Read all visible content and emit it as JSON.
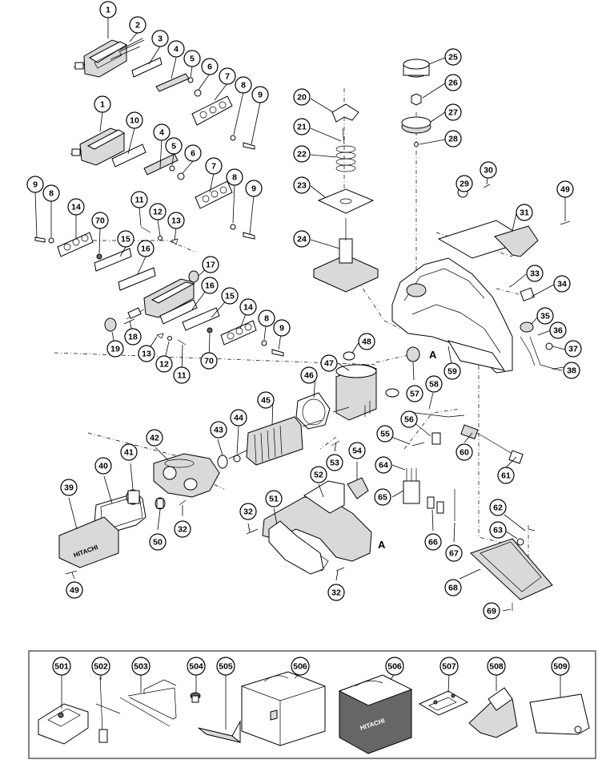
{
  "callouts": [
    {
      "id": "c1a",
      "label": "1"
    },
    {
      "id": "c2",
      "label": "2"
    },
    {
      "id": "c3",
      "label": "3"
    },
    {
      "id": "c4a",
      "label": "4"
    },
    {
      "id": "c5a",
      "label": "5"
    },
    {
      "id": "c6a",
      "label": "6"
    },
    {
      "id": "c7a",
      "label": "7"
    },
    {
      "id": "c8a",
      "label": "8"
    },
    {
      "id": "c9a",
      "label": "9"
    },
    {
      "id": "c1b",
      "label": "1"
    },
    {
      "id": "c10",
      "label": "10"
    },
    {
      "id": "c4b",
      "label": "4"
    },
    {
      "id": "c5b",
      "label": "5"
    },
    {
      "id": "c6b",
      "label": "6"
    },
    {
      "id": "c7b",
      "label": "7"
    },
    {
      "id": "c8b",
      "label": "8"
    },
    {
      "id": "c9b",
      "label": "9"
    },
    {
      "id": "c9c",
      "label": "9"
    },
    {
      "id": "c8c",
      "label": "8"
    },
    {
      "id": "c14a",
      "label": "14"
    },
    {
      "id": "c70a",
      "label": "70"
    },
    {
      "id": "c11a",
      "label": "11"
    },
    {
      "id": "c12a",
      "label": "12"
    },
    {
      "id": "c13a",
      "label": "13"
    },
    {
      "id": "c15a",
      "label": "15"
    },
    {
      "id": "c16a",
      "label": "16"
    },
    {
      "id": "c17",
      "label": "17"
    },
    {
      "id": "c16b",
      "label": "16"
    },
    {
      "id": "c15b",
      "label": "15"
    },
    {
      "id": "c14b",
      "label": "14"
    },
    {
      "id": "c8d",
      "label": "8"
    },
    {
      "id": "c9d",
      "label": "9"
    },
    {
      "id": "c18",
      "label": "18"
    },
    {
      "id": "c19",
      "label": "19"
    },
    {
      "id": "c13b",
      "label": "13"
    },
    {
      "id": "c12b",
      "label": "12"
    },
    {
      "id": "c11b",
      "label": "11"
    },
    {
      "id": "c70b",
      "label": "70"
    },
    {
      "id": "c20",
      "label": "20"
    },
    {
      "id": "c21",
      "label": "21"
    },
    {
      "id": "c22",
      "label": "22"
    },
    {
      "id": "c23",
      "label": "23"
    },
    {
      "id": "c24",
      "label": "24"
    },
    {
      "id": "c25",
      "label": "25"
    },
    {
      "id": "c26",
      "label": "26"
    },
    {
      "id": "c27",
      "label": "27"
    },
    {
      "id": "c28",
      "label": "28"
    },
    {
      "id": "c29",
      "label": "29"
    },
    {
      "id": "c30",
      "label": "30"
    },
    {
      "id": "c31",
      "label": "31"
    },
    {
      "id": "c49a",
      "label": "49"
    },
    {
      "id": "c33",
      "label": "33"
    },
    {
      "id": "c34",
      "label": "34"
    },
    {
      "id": "c35",
      "label": "35"
    },
    {
      "id": "c36",
      "label": "36"
    },
    {
      "id": "c37",
      "label": "37"
    },
    {
      "id": "c38",
      "label": "38"
    },
    {
      "id": "c48",
      "label": "48"
    },
    {
      "id": "c47",
      "label": "47"
    },
    {
      "id": "c46",
      "label": "46"
    },
    {
      "id": "c45",
      "label": "45"
    },
    {
      "id": "c57",
      "label": "57"
    },
    {
      "id": "c59",
      "label": "59"
    },
    {
      "id": "c58",
      "label": "58"
    },
    {
      "id": "c56",
      "label": "56"
    },
    {
      "id": "c55",
      "label": "55"
    },
    {
      "id": "c60",
      "label": "60"
    },
    {
      "id": "c61",
      "label": "61"
    },
    {
      "id": "c44",
      "label": "44"
    },
    {
      "id": "c43",
      "label": "43"
    },
    {
      "id": "c42",
      "label": "42"
    },
    {
      "id": "c41",
      "label": "41"
    },
    {
      "id": "c40",
      "label": "40"
    },
    {
      "id": "c39",
      "label": "39"
    },
    {
      "id": "c50",
      "label": "50"
    },
    {
      "id": "c32a",
      "label": "32"
    },
    {
      "id": "c49b",
      "label": "49"
    },
    {
      "id": "c53",
      "label": "53"
    },
    {
      "id": "c54",
      "label": "54"
    },
    {
      "id": "c52",
      "label": "52"
    },
    {
      "id": "c51",
      "label": "51"
    },
    {
      "id": "c32b",
      "label": "32"
    },
    {
      "id": "c32c",
      "label": "32"
    },
    {
      "id": "c64",
      "label": "64"
    },
    {
      "id": "c65",
      "label": "65"
    },
    {
      "id": "c66",
      "label": "66"
    },
    {
      "id": "c67",
      "label": "67"
    },
    {
      "id": "c62",
      "label": "62"
    },
    {
      "id": "c63",
      "label": "63"
    },
    {
      "id": "c68",
      "label": "68"
    },
    {
      "id": "c69",
      "label": "69"
    },
    {
      "id": "c501",
      "label": "501"
    },
    {
      "id": "c502",
      "label": "502"
    },
    {
      "id": "c503",
      "label": "503"
    },
    {
      "id": "c504",
      "label": "504"
    },
    {
      "id": "c505",
      "label": "505"
    },
    {
      "id": "c506a",
      "label": "506"
    },
    {
      "id": "c506b",
      "label": "506"
    },
    {
      "id": "c507",
      "label": "507"
    },
    {
      "id": "c508",
      "label": "508"
    },
    {
      "id": "c509",
      "label": "509"
    }
  ],
  "markers": {
    "a1": "A",
    "a2": "A"
  },
  "logos": {
    "belt_cover": "HITACHI",
    "case": "HITACHI"
  }
}
